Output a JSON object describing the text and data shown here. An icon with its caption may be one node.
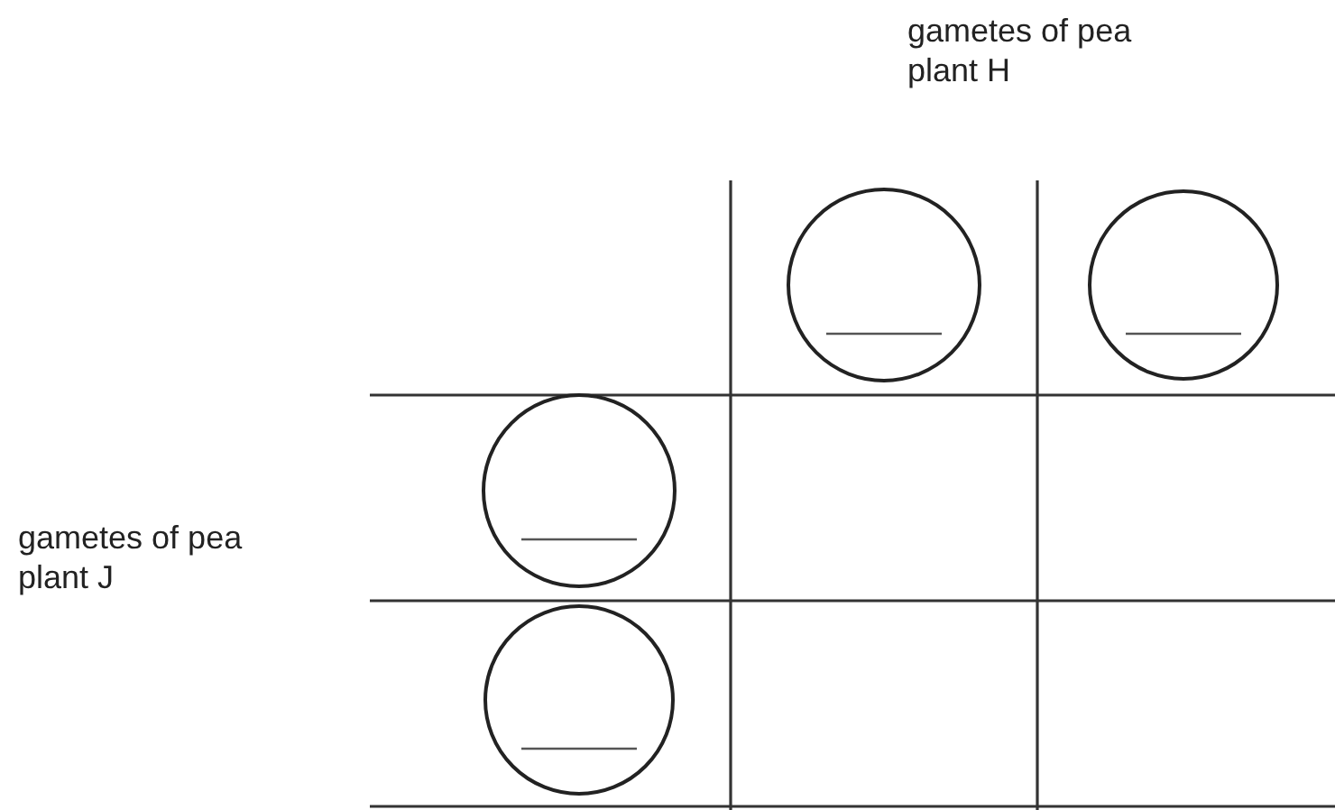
{
  "diagram": {
    "nodes": [
      {
        "text": [],
        "shape": "circle"
      },
      {
        "text": [],
        "shape": "circle"
      },
      {
        "text": [],
        "shape": "circle"
      },
      {
        "text": [],
        "shape": "circle"
      }
    ],
    "labels": [
      "gametes of pea plant H",
      "gametes of pea plant J"
    ]
  }
}
